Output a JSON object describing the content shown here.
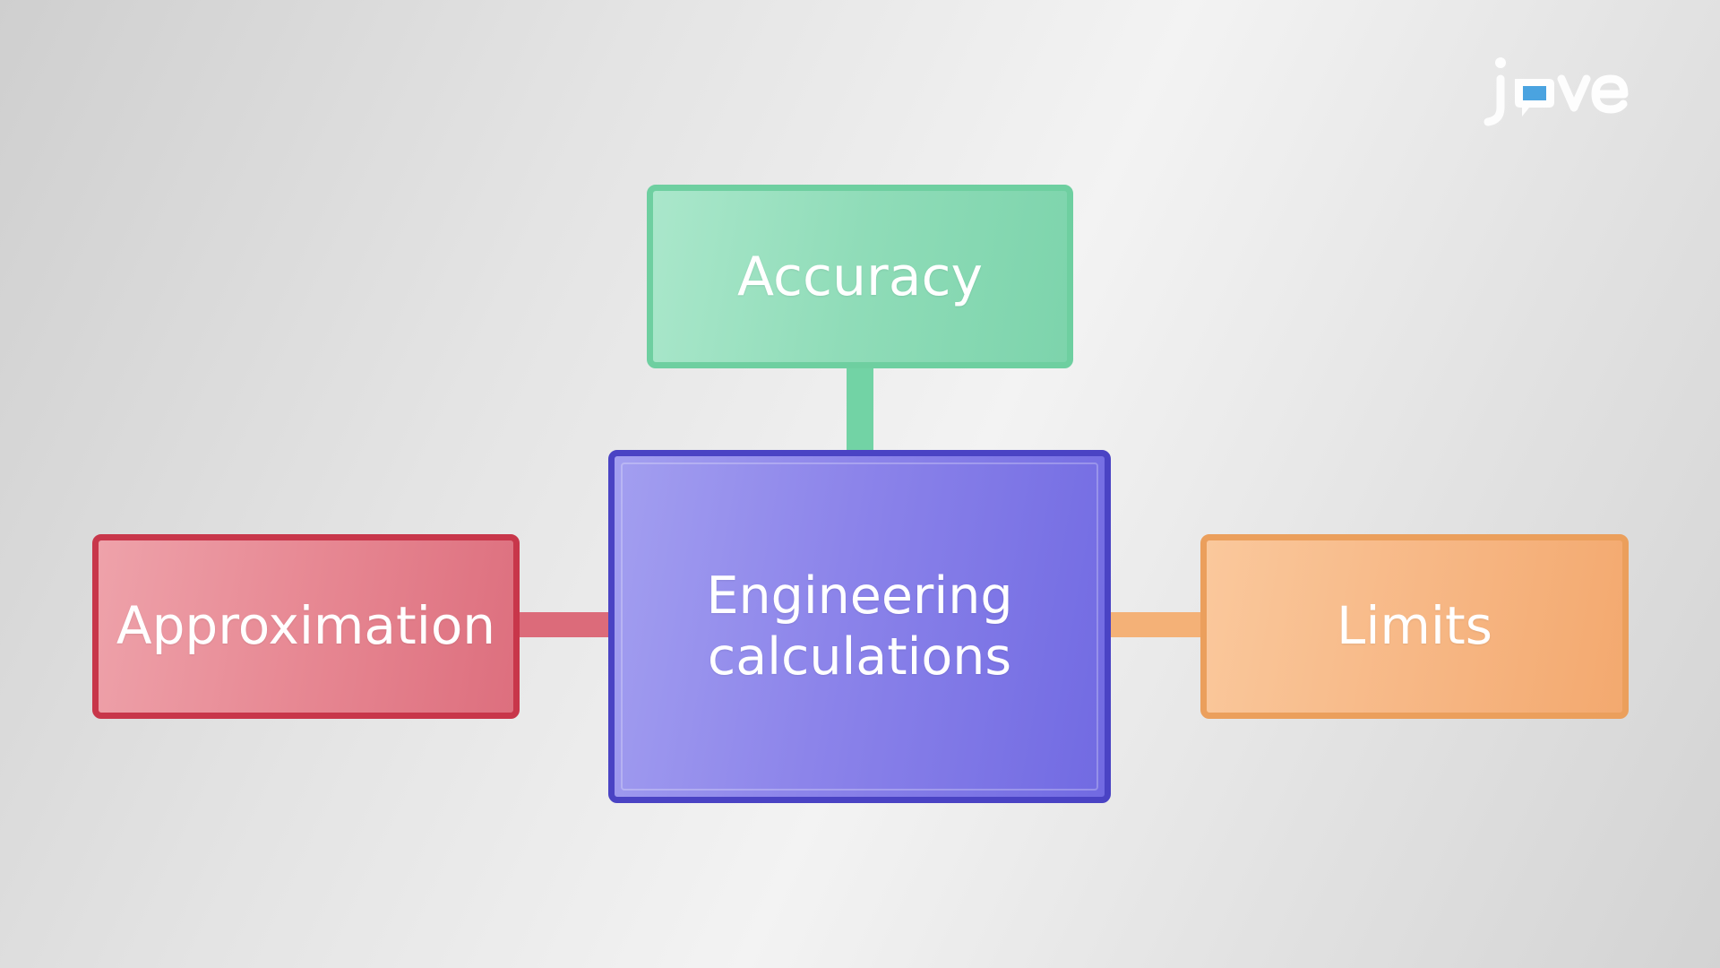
{
  "logo": {
    "text": "jove",
    "icon": "jove-logo-icon"
  },
  "diagram": {
    "center": {
      "label_line1": "Engineering",
      "label_line2": "calculations",
      "color": "#7f78e6",
      "border": "#4a43c4"
    },
    "top": {
      "label": "Accuracy",
      "color": "#8fdcb8",
      "border": "#6ecfa0"
    },
    "left": {
      "label": "Approximation",
      "color": "#e78893",
      "border": "#c8364a"
    },
    "right": {
      "label": "Limits",
      "color": "#f7b886",
      "border": "#eb9f5c"
    }
  }
}
